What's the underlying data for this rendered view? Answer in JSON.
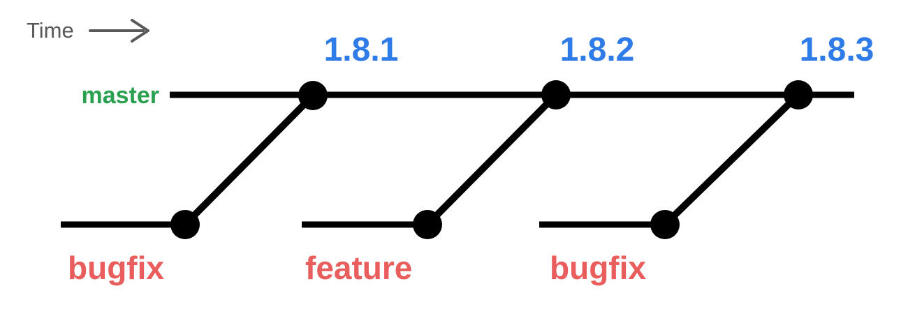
{
  "diagram": {
    "time_label": "Time",
    "master_label": "master",
    "release_tags": [
      "1.8.1",
      "1.8.2",
      "1.8.3"
    ],
    "branch_labels": [
      "bugfix",
      "feature",
      "bugfix"
    ],
    "structure": {
      "master_commit_count": 3,
      "branch_commit_count": 3,
      "merges": [
        {
          "from_branch": "bugfix",
          "into_tag": "1.8.1"
        },
        {
          "from_branch": "feature",
          "into_tag": "1.8.2"
        },
        {
          "from_branch": "bugfix",
          "into_tag": "1.8.3"
        }
      ]
    },
    "colors": {
      "tag_blue": "#2F7CE8",
      "master_green": "#2AA04F",
      "branch_red": "#EA5D5D",
      "time_gray": "#58585A",
      "line_black": "#000000"
    }
  }
}
